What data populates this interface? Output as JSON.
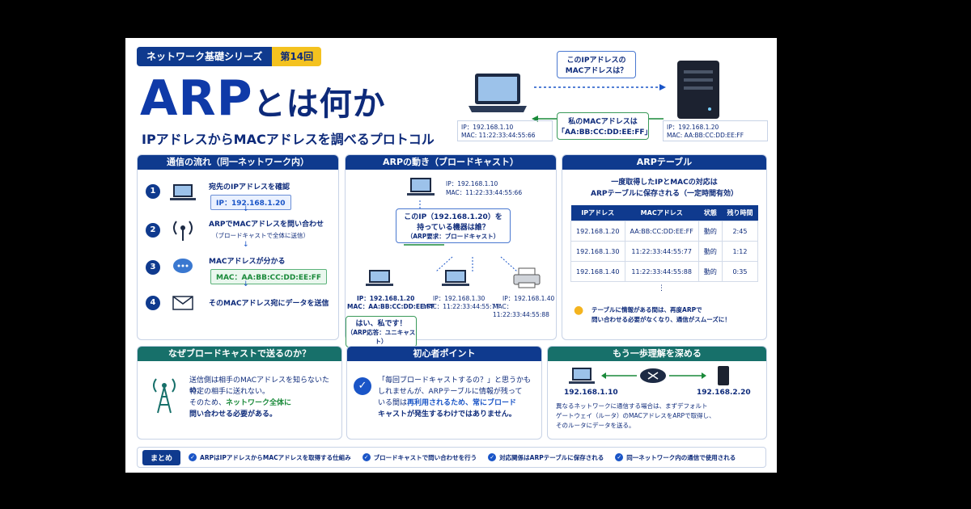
{
  "header": {
    "series": "ネットワーク基礎シリーズ",
    "episode": "第14回",
    "title_en": "ARP",
    "title_jp": "とは何か",
    "subtitle": "IPアドレスからMACアドレスを調べるプロトコル"
  },
  "hero": {
    "question": [
      "このIPアドレスの",
      "MACアドレスは？"
    ],
    "answer": [
      "私のMACアドレスは",
      "「AA:BB:CC:DD:EE:FF」"
    ],
    "left_ip": "IP：192.168.1.10",
    "left_mac": "MAC: 11:22:33:44:55:66",
    "right_ip": "IP：192.168.1.20",
    "right_mac": "MAC: AA:BB:CC:DD:EE:FF"
  },
  "flow": {
    "title": "通信の流れ（同一ネットワーク内）",
    "steps": [
      {
        "num": "1",
        "text": "宛先のIPアドレスを確認",
        "box": "IP：192.168.1.20"
      },
      {
        "num": "2",
        "text": "ARPでMACアドレスを問い合わせ",
        "note": "（ブロードキャストで全体に送信）"
      },
      {
        "num": "3",
        "text": "MACアドレスが分かる",
        "box": "MAC：AA:BB:CC:DD:EE:FF"
      },
      {
        "num": "4",
        "text": "そのMACアドレス宛にデータを送信"
      }
    ]
  },
  "broadcast": {
    "title": "ARPの動き（ブロードキャスト）",
    "sender_ip": "IP：192.168.1.10",
    "sender_mac": "MAC：11:22:33:44:55:66",
    "question": [
      "このIP（192.168.1.20）を",
      "持っている機器は誰？"
    ],
    "question_note": "（ARP要求：ブロードキャスト）",
    "targets": [
      {
        "ip": "IP：192.168.1.20",
        "mac": "MAC：AA:BB:CC:DD:EE:FF"
      },
      {
        "ip": "IP：192.168.1.30",
        "mac": "MAC：11:22:33:44:55:77"
      },
      {
        "ip": "IP：192.168.1.40",
        "mac": "MAC：11:22:33:44:55:88"
      }
    ],
    "reply": "はい、私です！",
    "reply_note": "（ARP応答：ユニキャスト）"
  },
  "table": {
    "title": "ARPテーブル",
    "desc": [
      "一度取得したIPとMACの対応は",
      "ARPテーブルに保存される（一定時間有効）"
    ],
    "headers": [
      "IPアドレス",
      "MACアドレス",
      "状態",
      "残り時間"
    ],
    "rows": [
      [
        "192.168.1.20",
        "AA:BB:CC:DD:EE:FF",
        "動的",
        "2:45"
      ],
      [
        "192.168.1.30",
        "11:22:33:44:55:77",
        "動的",
        "1:12"
      ],
      [
        "192.168.1.40",
        "11:22:33:44:55:88",
        "動的",
        "0:35"
      ]
    ],
    "ellipsis": "⋮",
    "tip": [
      "テーブルに情報がある間は、再度ARPで",
      "問い合わせる必要がなくなり、通信がスムーズに！"
    ]
  },
  "why": {
    "title": "なぜブロードキャストで送るのか？",
    "lines": [
      "送信側は相手のMACアドレスを知らないため、",
      "特定の相手に送れない。",
      "そのため、"
    ],
    "highlight": [
      "ネットワーク全体に",
      "問い合わせる必要がある。"
    ]
  },
  "beginner": {
    "title": "初心者ポイント",
    "lines": [
      "「毎回ブロードキャストするの？」と思うかも",
      "しれませんが、ARPテーブルに情報が残って",
      "いる間は"
    ],
    "highlight": [
      "再利用されるため、常にブロード",
      "キャストが発生するわけではありません。"
    ]
  },
  "deeper": {
    "title": "もう一歩理解を深める",
    "left_ip": "192.168.1.10",
    "right_ip": "192.168.2.20",
    "lines": [
      "異なるネットワークに通信する場合は、まずデフォルト",
      "ゲートウェイ（ルータ）のMACアドレスをARPで取得し、",
      "そのルータにデータを送る。"
    ]
  },
  "summary": {
    "label": "まとめ",
    "items": [
      "ARPはIPアドレスからMACアドレスを取得する仕組み",
      "ブロードキャストで問い合わせを行う",
      "対応関係はARPテーブルに保存される",
      "同一ネットワーク内の通信で使用される"
    ]
  }
}
